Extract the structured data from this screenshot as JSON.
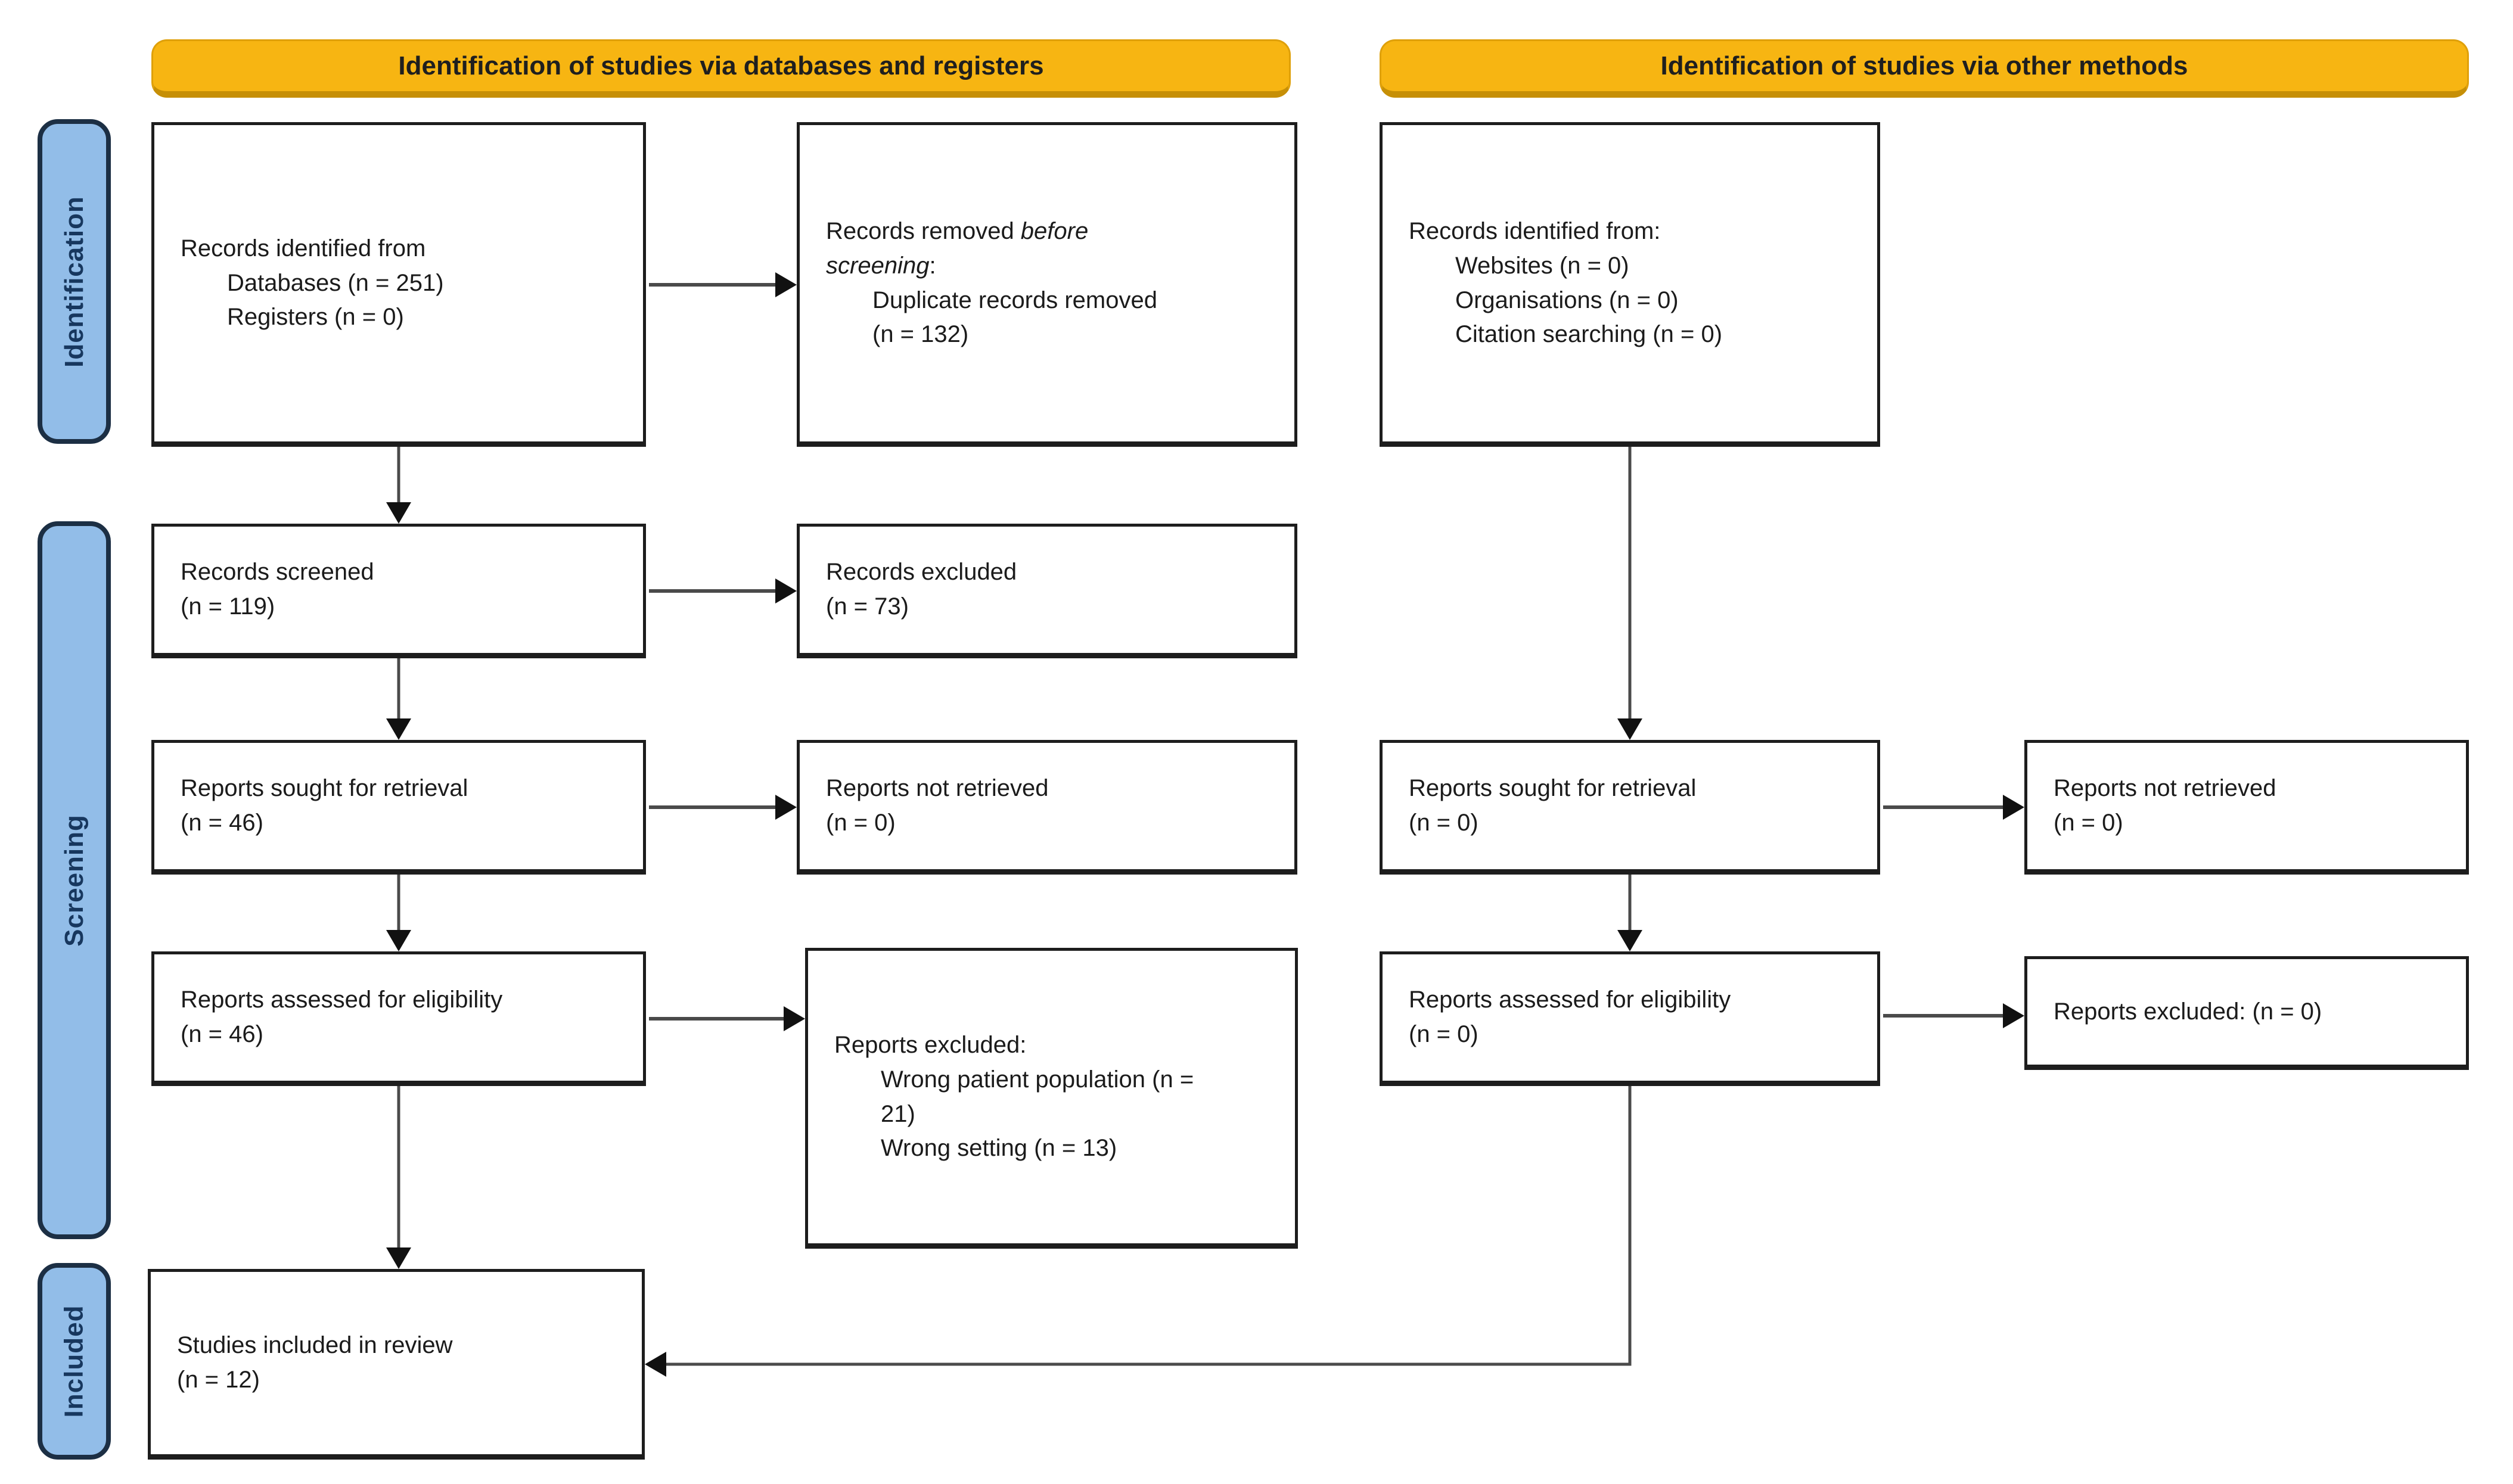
{
  "colors": {
    "banner_fill": "#F7B512",
    "banner_border": "#C68F06",
    "banner_text": "#1f1f1f",
    "sidebar_fill": "#92BDE8",
    "sidebar_border": "#1c2f44",
    "sidebar_text": "#17375E",
    "box_border": "#1d1d1d",
    "box_fill": "#ffffff",
    "arrow": "#4a4a4a",
    "arrowhead": "#111111"
  },
  "banners": {
    "databases_registers": "Identification of studies via databases and registers",
    "other_methods": "Identification of studies via other methods"
  },
  "sidebar": {
    "identification": "Identification",
    "screening": "Screening",
    "included": "Included"
  },
  "boxes": {
    "db_identified": {
      "lines": [
        {
          "indent": 0,
          "segs": [
            {
              "t": "Records identified from",
              "i": false
            }
          ]
        },
        {
          "indent": 1,
          "segs": [
            {
              "t": "Databases (n = 251)",
              "i": false
            }
          ]
        },
        {
          "indent": 1,
          "segs": [
            {
              "t": "Registers (n = 0)",
              "i": false
            }
          ]
        }
      ]
    },
    "removed_before_screening": {
      "lines": [
        {
          "indent": 0,
          "segs": [
            {
              "t": "Records removed ",
              "i": false
            },
            {
              "t": "before",
              "i": true
            }
          ]
        },
        {
          "indent": 0,
          "segs": [
            {
              "t": "screening",
              "i": true
            },
            {
              "t": ":",
              "i": false
            }
          ]
        },
        {
          "indent": 1,
          "segs": [
            {
              "t": "Duplicate records removed",
              "i": false
            }
          ]
        },
        {
          "indent": 1,
          "segs": [
            {
              "t": "(n = 132)",
              "i": false
            }
          ]
        }
      ]
    },
    "other_identified": {
      "lines": [
        {
          "indent": 0,
          "segs": [
            {
              "t": "Records identified from:",
              "i": false
            }
          ]
        },
        {
          "indent": 1,
          "segs": [
            {
              "t": "Websites (n = 0)",
              "i": false
            }
          ]
        },
        {
          "indent": 1,
          "segs": [
            {
              "t": "Organisations (n = 0)",
              "i": false
            }
          ]
        },
        {
          "indent": 1,
          "segs": [
            {
              "t": "Citation searching (n = 0)",
              "i": false
            }
          ]
        }
      ]
    },
    "records_screened": {
      "lines": [
        {
          "indent": 0,
          "segs": [
            {
              "t": "Records screened",
              "i": false
            }
          ]
        },
        {
          "indent": 0,
          "segs": [
            {
              "t": "(n = 119)",
              "i": false
            }
          ]
        }
      ]
    },
    "records_excluded": {
      "lines": [
        {
          "indent": 0,
          "segs": [
            {
              "t": "Records excluded",
              "i": false
            }
          ]
        },
        {
          "indent": 0,
          "segs": [
            {
              "t": "(n = 73)",
              "i": false
            }
          ]
        }
      ]
    },
    "reports_sought_left": {
      "lines": [
        {
          "indent": 0,
          "segs": [
            {
              "t": "Reports sought for retrieval",
              "i": false
            }
          ]
        },
        {
          "indent": 0,
          "segs": [
            {
              "t": "(n = 46)",
              "i": false
            }
          ]
        }
      ]
    },
    "reports_not_retrieved_left": {
      "lines": [
        {
          "indent": 0,
          "segs": [
            {
              "t": "Reports not retrieved",
              "i": false
            }
          ]
        },
        {
          "indent": 0,
          "segs": [
            {
              "t": "(n = 0)",
              "i": false
            }
          ]
        }
      ]
    },
    "reports_sought_right": {
      "lines": [
        {
          "indent": 0,
          "segs": [
            {
              "t": "Reports sought for retrieval",
              "i": false
            }
          ]
        },
        {
          "indent": 0,
          "segs": [
            {
              "t": "(n = 0)",
              "i": false
            }
          ]
        }
      ]
    },
    "reports_not_retrieved_right": {
      "lines": [
        {
          "indent": 0,
          "segs": [
            {
              "t": "Reports not retrieved",
              "i": false
            }
          ]
        },
        {
          "indent": 0,
          "segs": [
            {
              "t": "(n = 0)",
              "i": false
            }
          ]
        }
      ]
    },
    "reports_assessed_left": {
      "lines": [
        {
          "indent": 0,
          "segs": [
            {
              "t": "Reports assessed for eligibility",
              "i": false
            }
          ]
        },
        {
          "indent": 0,
          "segs": [
            {
              "t": "(n = 46)",
              "i": false
            }
          ]
        }
      ]
    },
    "reports_excluded_left": {
      "lines": [
        {
          "indent": 0,
          "segs": [
            {
              "t": "Reports excluded:",
              "i": false
            }
          ]
        },
        {
          "indent": 1,
          "segs": [
            {
              "t": "Wrong patient population (n =",
              "i": false
            }
          ]
        },
        {
          "indent": 1,
          "segs": [
            {
              "t": "21)",
              "i": false
            }
          ]
        },
        {
          "indent": 1,
          "segs": [
            {
              "t": "Wrong setting (n = 13)",
              "i": false
            }
          ]
        }
      ]
    },
    "reports_assessed_right": {
      "lines": [
        {
          "indent": 0,
          "segs": [
            {
              "t": "Reports assessed for eligibility",
              "i": false
            }
          ]
        },
        {
          "indent": 0,
          "segs": [
            {
              "t": "(n = 0)",
              "i": false
            }
          ]
        }
      ]
    },
    "reports_excluded_right": {
      "lines": [
        {
          "indent": 0,
          "segs": [
            {
              "t": "Reports excluded: (n = 0)",
              "i": false
            }
          ]
        }
      ]
    },
    "studies_included": {
      "lines": [
        {
          "indent": 0,
          "segs": [
            {
              "t": "Studies included in review",
              "i": false
            }
          ]
        },
        {
          "indent": 0,
          "segs": [
            {
              "t": "(n = 12)",
              "i": false
            }
          ]
        }
      ]
    }
  }
}
